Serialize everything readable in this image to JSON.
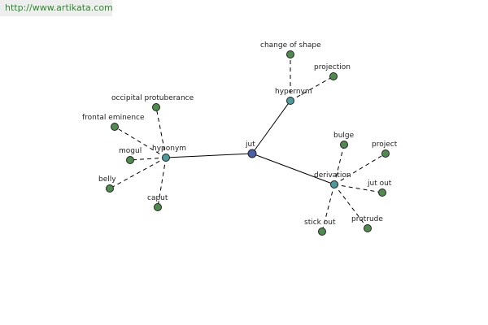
{
  "header": {
    "url_text": "http://www.artikata.com"
  },
  "colors": {
    "root": "#4a5fa8",
    "category": "#4d9a9a",
    "leaf": "#4f8a4f",
    "link": "#2a8a2a"
  },
  "graph": {
    "root": "jut",
    "categories": [
      {
        "label": "hyponym",
        "terms": [
          "occipital protuberance",
          "frontal eminence",
          "mogul",
          "belly",
          "caput"
        ]
      },
      {
        "label": "hypernym",
        "terms": [
          "change of shape",
          "projection"
        ]
      },
      {
        "label": "derivation",
        "terms": [
          "bulge",
          "project",
          "jut out",
          "protrude",
          "stick out"
        ]
      }
    ]
  }
}
